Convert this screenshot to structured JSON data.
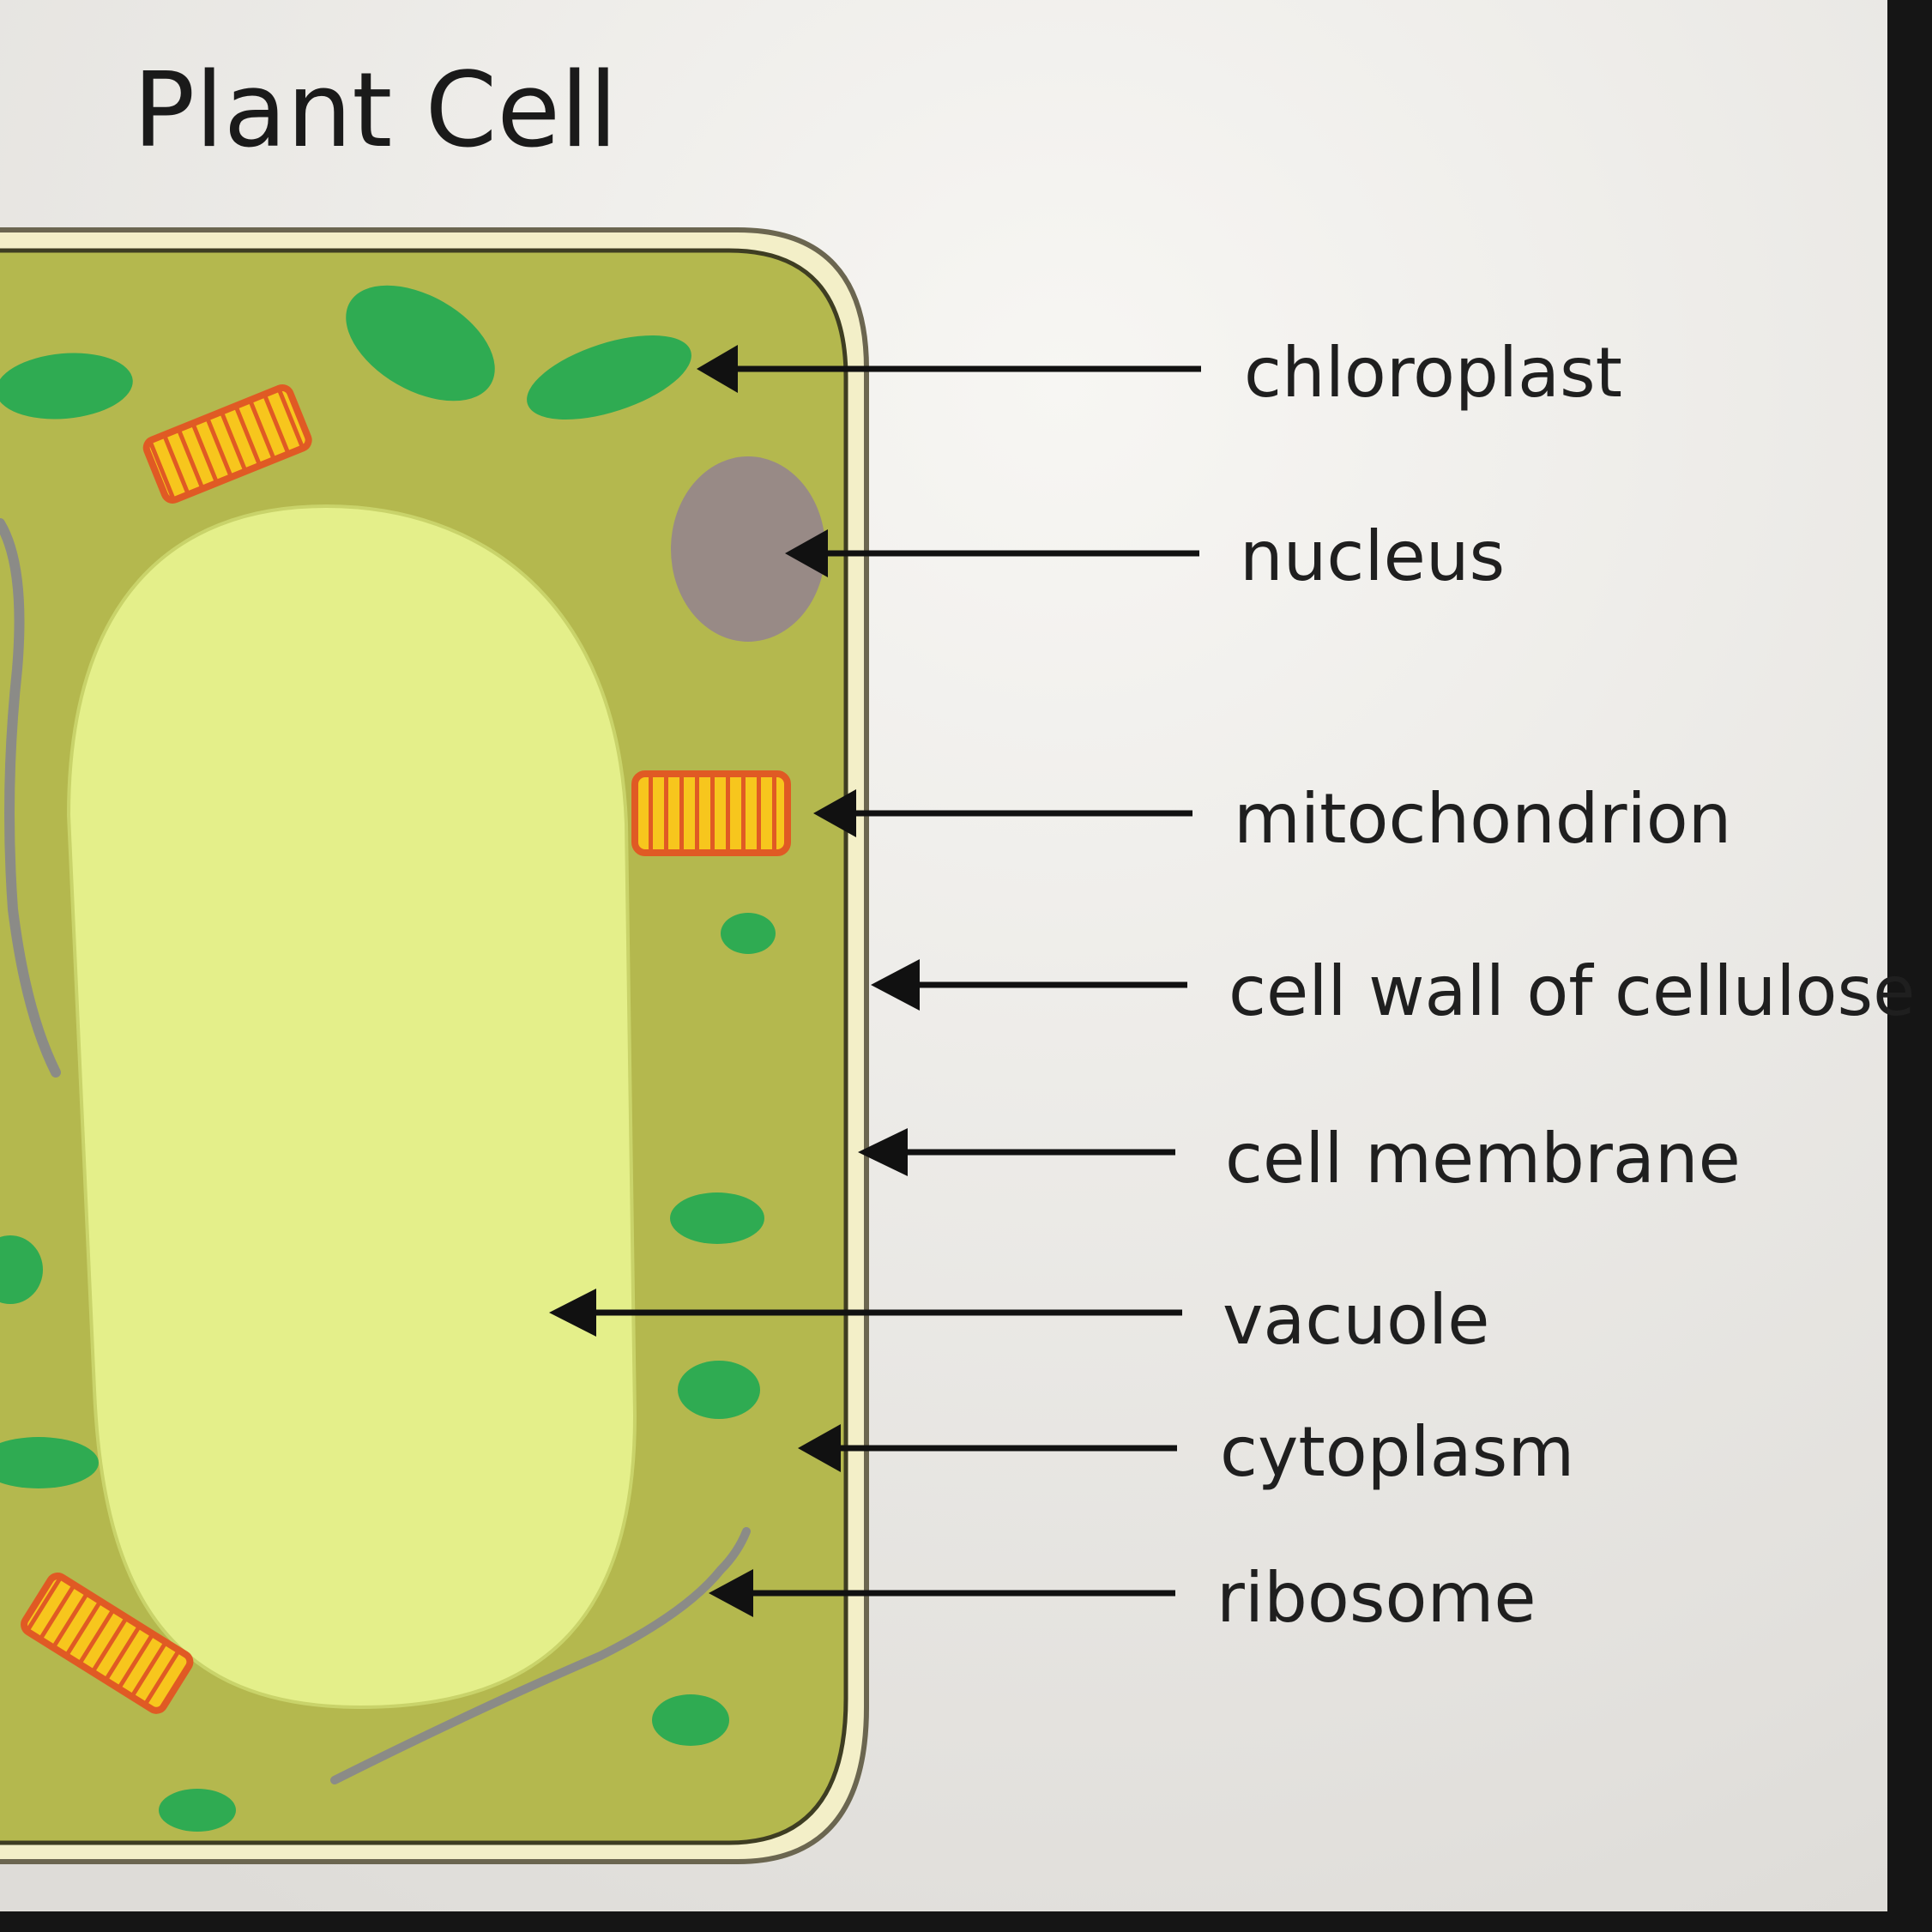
{
  "title": "Plant Cell",
  "labels": [
    {
      "id": "chloroplast",
      "text": "chloroplast"
    },
    {
      "id": "nucleus",
      "text": "nucleus"
    },
    {
      "id": "mitochondrion",
      "text": "mitochondrion"
    },
    {
      "id": "cell-wall",
      "text": "cell wall of cellulose"
    },
    {
      "id": "cell-membrane",
      "text": "cell membrane"
    },
    {
      "id": "vacuole",
      "text": "vacuole"
    },
    {
      "id": "cytoplasm",
      "text": "cytoplasm"
    },
    {
      "id": "ribosome",
      "text": "ribosome"
    }
  ],
  "colors": {
    "background": "#ecebe8",
    "cell_wall": "#f3efc8",
    "cytoplasm": "#b4b84e",
    "vacuole": "#e4ef8a",
    "chloroplast": "#2fab52",
    "nucleus": "#988a86",
    "mitochondrion": "#f7c61d",
    "ribosome_strand": "#8b8b87"
  }
}
